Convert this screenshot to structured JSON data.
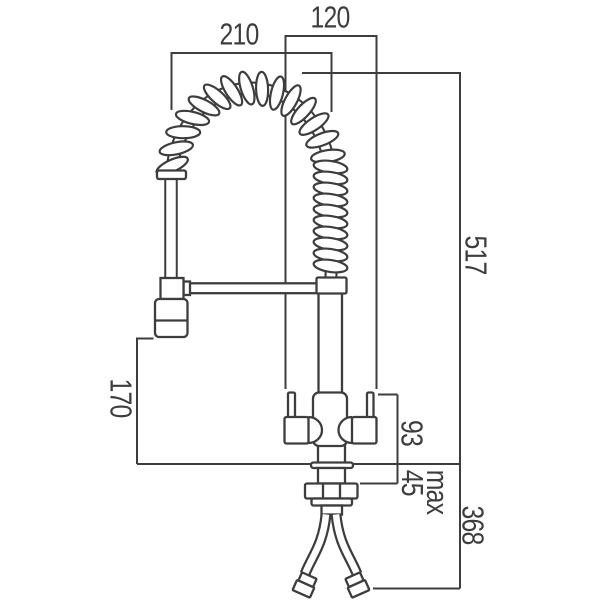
{
  "drawing": {
    "description": "Technical dimension drawing of a professional kitchen mixer tap with spring pull-down rinse spray, two lever handles and flexible supply tails",
    "background_color": "#ffffff",
    "line_color": "#3d3d3d",
    "labels": {
      "spout_reach": "210",
      "handle_width": "120",
      "overall_height": "517",
      "spray_head_height": "170",
      "body_height": "93",
      "deck_max_word": "max",
      "deck_max_value": "45",
      "below_counter": "368"
    }
  }
}
